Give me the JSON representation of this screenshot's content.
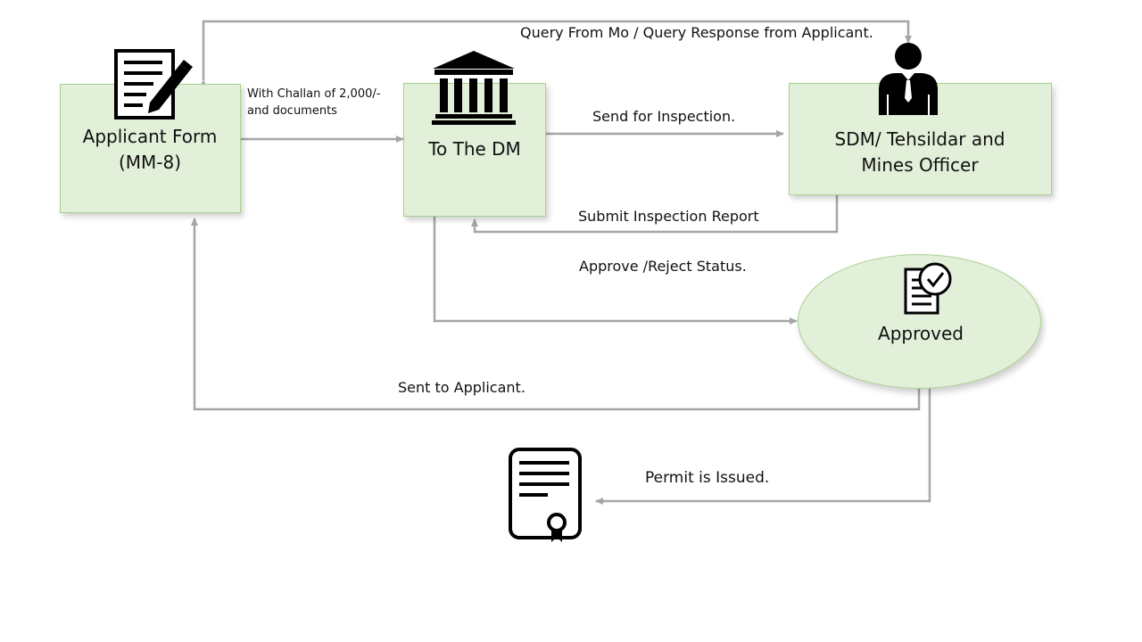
{
  "nodes": {
    "applicant": {
      "label": "Applicant Form (MM-8)",
      "icon": "form-edit-icon"
    },
    "dm": {
      "label": "To The DM",
      "icon": "government-building-icon"
    },
    "sdm": {
      "label": "SDM/ Tehsildar and Mines Officer",
      "icon": "officer-icon"
    },
    "approved": {
      "label": "Approved",
      "icon": "approved-document-icon"
    },
    "permit": {
      "icon": "certificate-icon"
    }
  },
  "edges": {
    "query": "Query From Mo / Query Response from Applicant.",
    "challan": "With Challan of 2,000/- and documents",
    "inspection": "Send for Inspection.",
    "report": "Submit Inspection Report",
    "status": "Approve /Reject Status.",
    "sent": "Sent to Applicant.",
    "permit": "Permit is Issued."
  },
  "colors": {
    "node_fill": "#e2efd9",
    "node_border": "#a9d18e",
    "connector": "#a6a6a6"
  }
}
